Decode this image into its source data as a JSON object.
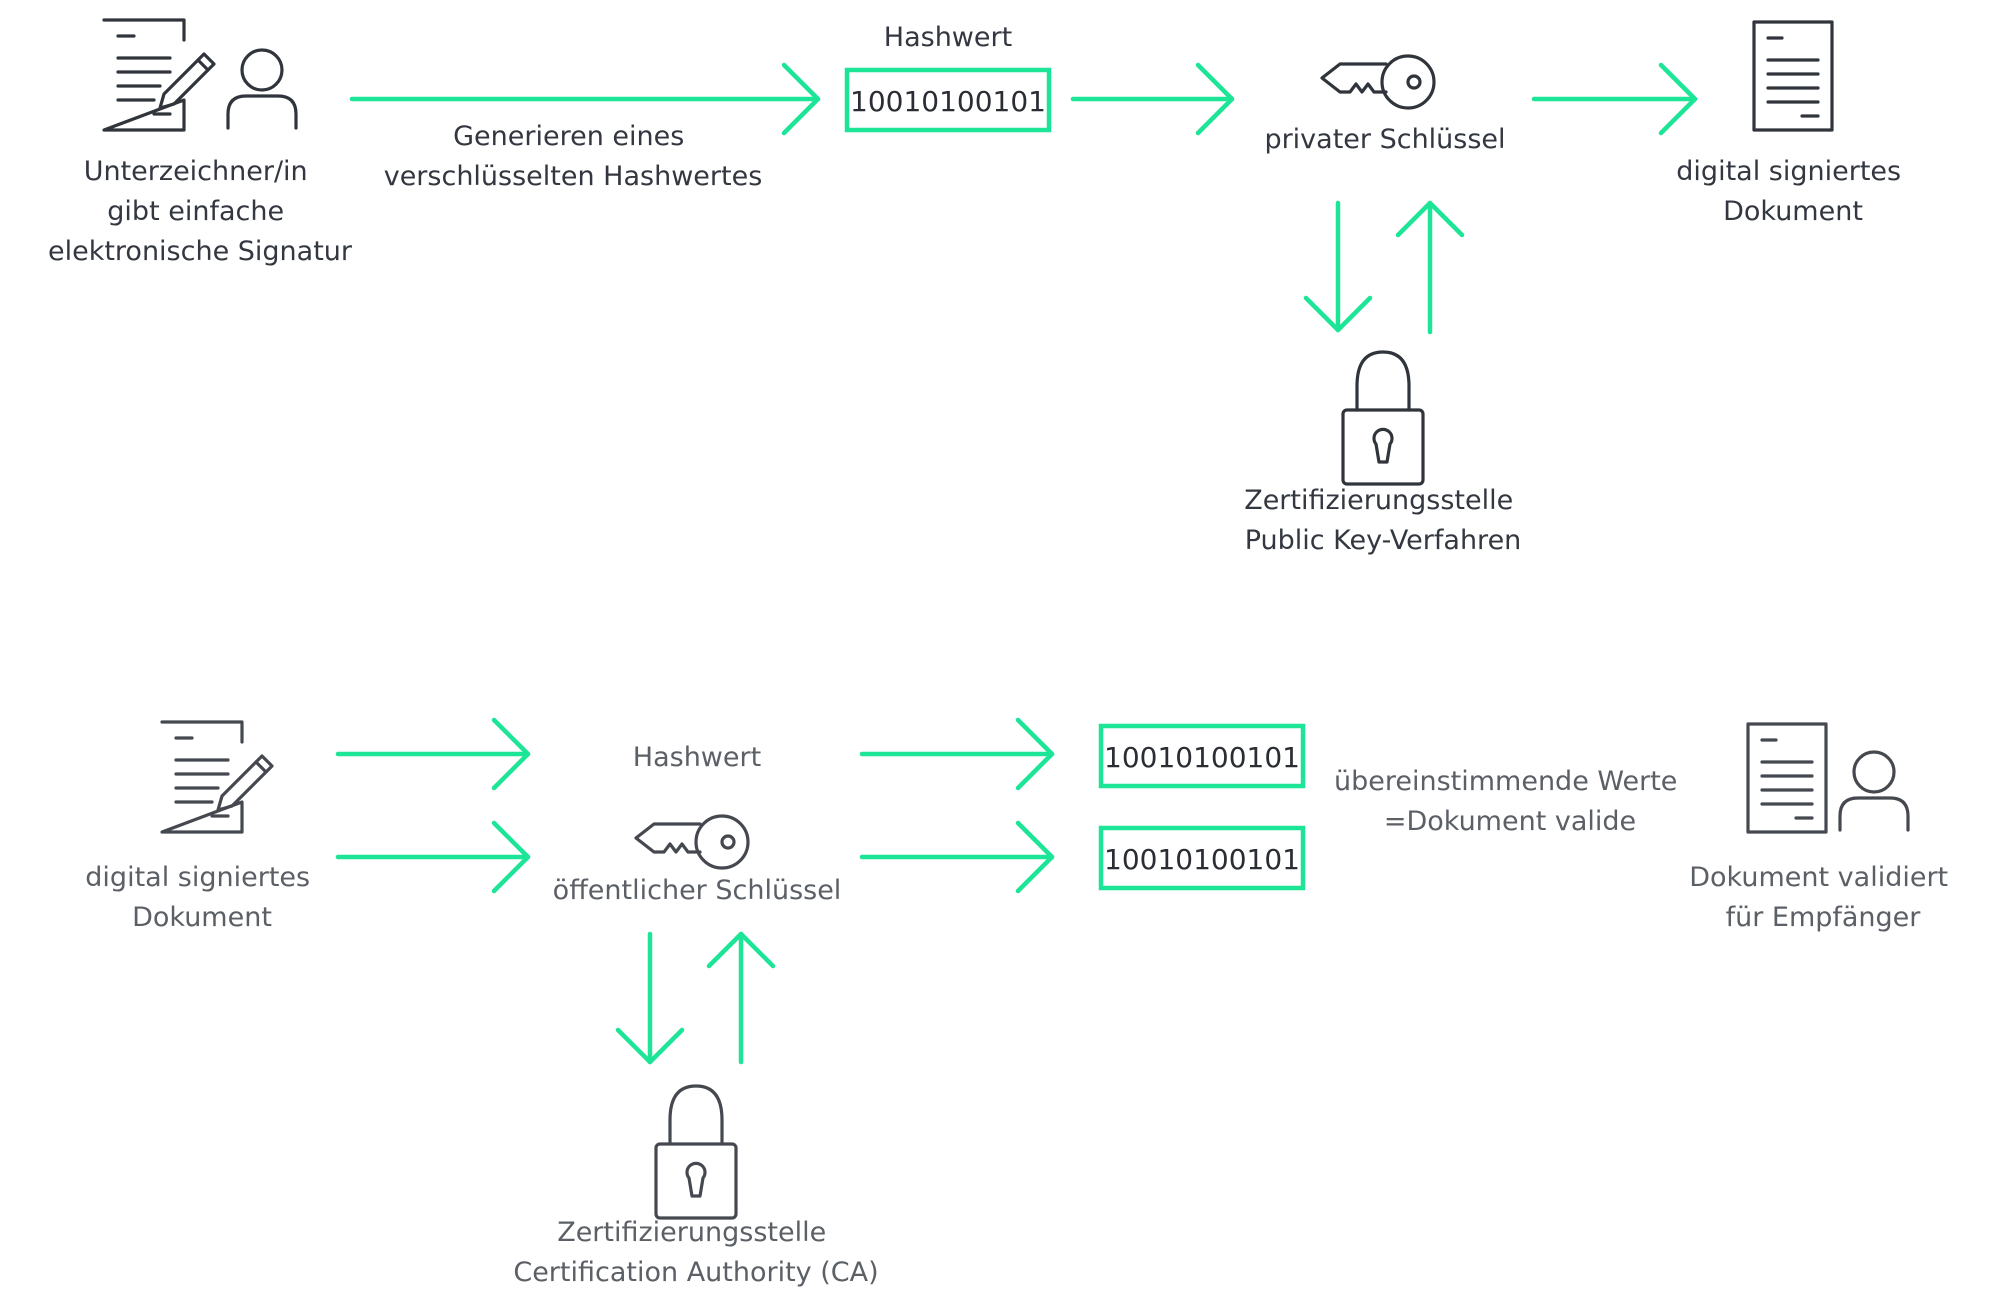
{
  "colors": {
    "accent": "#1de597",
    "icon": "#30343b",
    "text": "#333740"
  },
  "signing": {
    "signer_label": [
      "Unterzeichner/in",
      "gibt einfache",
      "elektronische Signatur"
    ],
    "generate_label": [
      "Generieren eines",
      "verschlüsselten Hashwertes"
    ],
    "hash_title": "Hashwert",
    "hash_value": "10010100101",
    "private_key_label": "privater Schlüssel",
    "signed_doc_label": [
      "digital signiertes",
      "Dokument"
    ],
    "ca_label": [
      "Zertifizierungsstelle",
      "Public Key-Verfahren"
    ]
  },
  "verification": {
    "signed_doc_label": [
      "digital signiertes",
      "Dokument"
    ],
    "hash_title": "Hashwert",
    "public_key_label": "öffentlicher Schlüssel",
    "hash_value_1": "10010100101",
    "hash_value_2": "10010100101",
    "match_label": [
      "übereinstimmende Werte",
      "=Dokument valide"
    ],
    "recipient_label": [
      "Dokument validiert",
      "für Empfänger"
    ],
    "ca_label": [
      "Zertifizierungsstelle",
      "Certification Authority (CA)"
    ]
  },
  "icons": [
    "document-pen-icon",
    "person-icon",
    "key-icon",
    "document-icon",
    "padlock-icon"
  ]
}
